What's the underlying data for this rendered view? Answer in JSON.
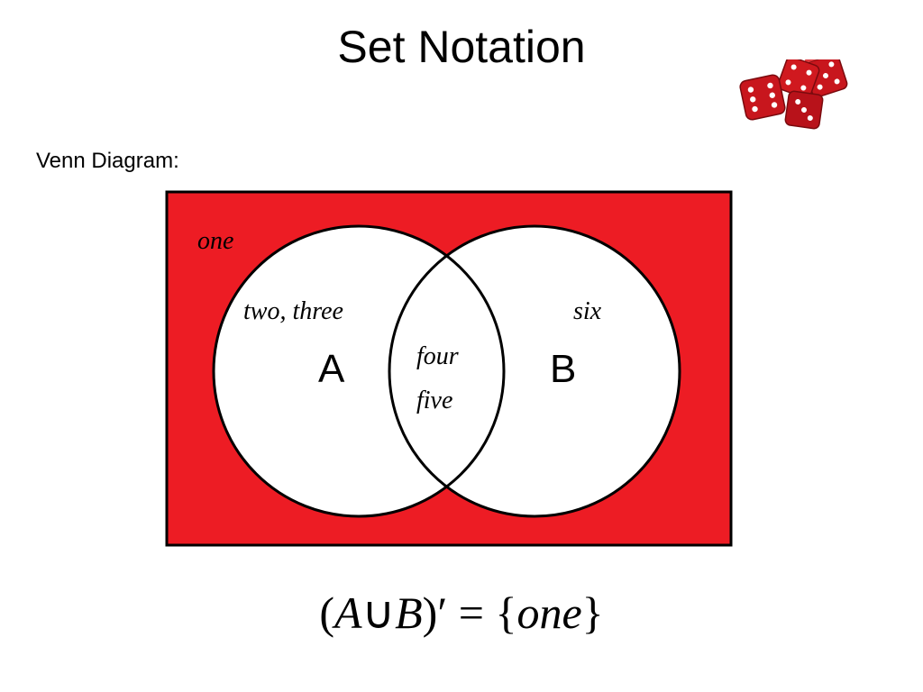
{
  "slide": {
    "title": "Set Notation",
    "subtitle": "Venn Diagram:"
  },
  "venn": {
    "universe_color": "#ED1C24",
    "circle_fill": "#FFFFFF",
    "outline_color": "#000000",
    "outside_label": "one",
    "a_only_label": "two, three",
    "intersection_line1": "four",
    "intersection_line2": "five",
    "b_only_label": "six",
    "set_a_name": "A",
    "set_b_name": "B"
  },
  "formula": {
    "open_paren": "(",
    "set_a": "A",
    "union_symbol": "∪",
    "set_b": "B",
    "close_complement": ")′",
    "equals": " = ",
    "open_brace": "{",
    "element": "one",
    "close_brace": "}"
  },
  "icons": {
    "dice": "dice-icon",
    "dice_color": "#C8161D"
  }
}
